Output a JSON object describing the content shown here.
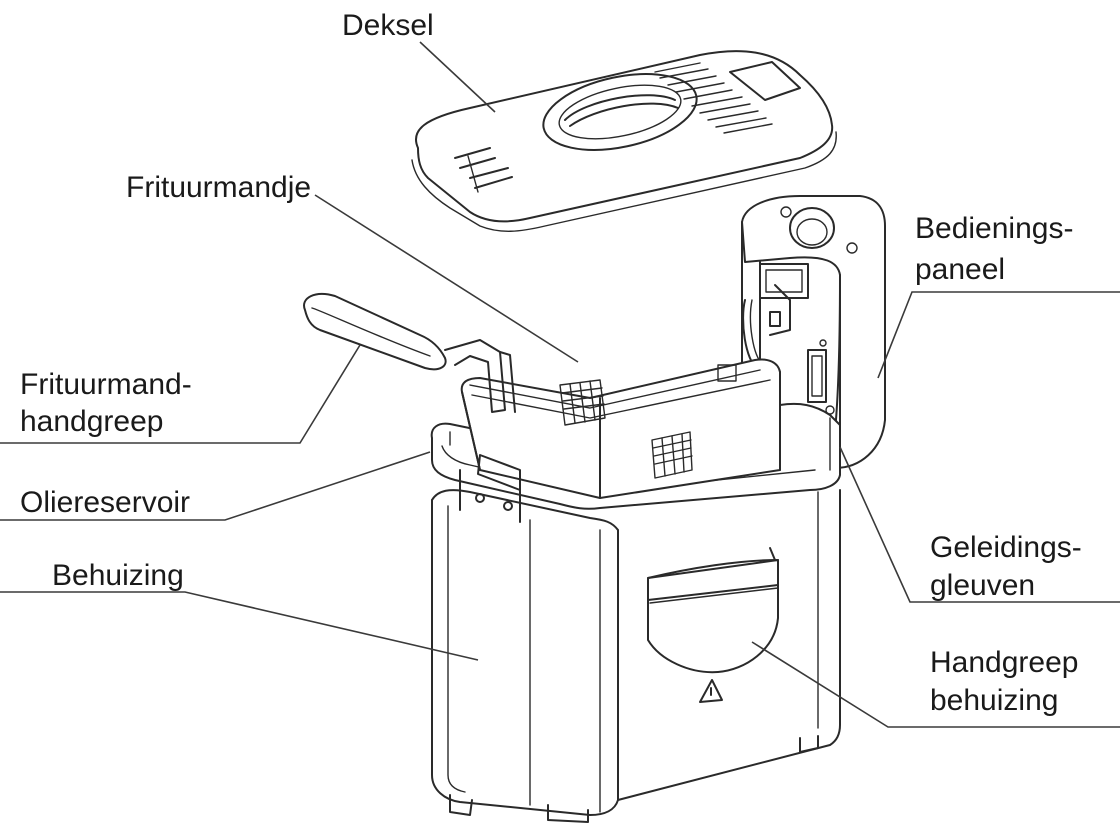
{
  "labels": {
    "deksel": "Deksel",
    "frituurmandje": "Frituurmandje",
    "frituurmand_handgreep_1": "Frituurmand-",
    "frituurmand_handgreep_2": "handgreep",
    "oliereservoir": "Oliereservoir",
    "behuizing": "Behuizing",
    "bedieningspaneel_1": "Bedienings-",
    "bedieningspaneel_2": "paneel",
    "geleidingsgleuven_1": "Geleidings-",
    "geleidingsgleuven_2": "gleuven",
    "handgreep_behuizing_1": "Handgreep",
    "handgreep_behuizing_2": "behuizing"
  },
  "colors": {
    "line": "#2a2a2a",
    "text": "#1a1a1a",
    "background": "#ffffff"
  }
}
